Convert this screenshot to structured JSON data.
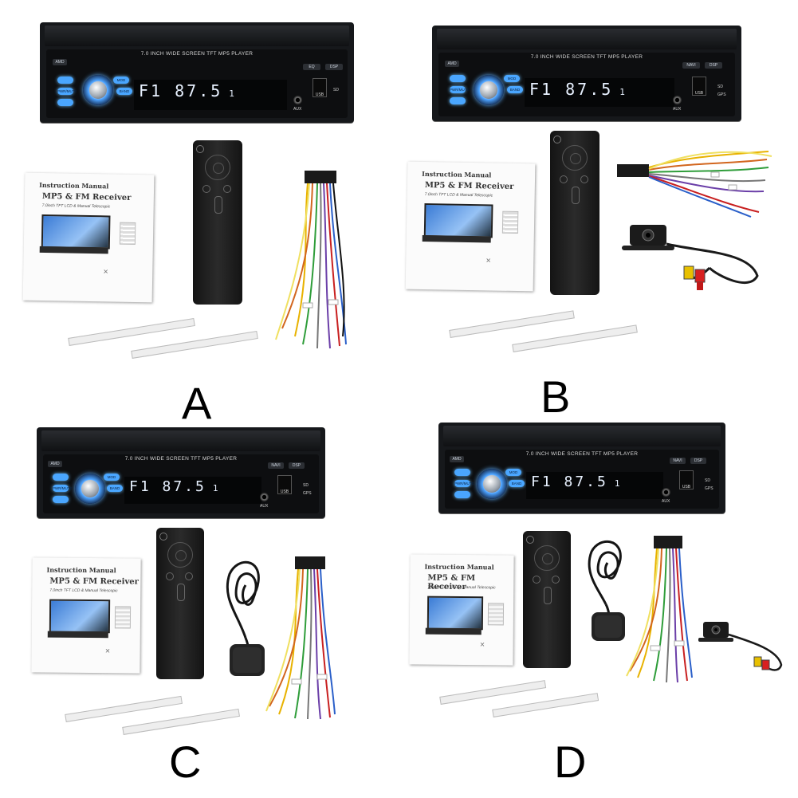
{
  "stereo": {
    "model_text": "7.0 INCH WIDE SCREEN TFT MP5 PLAYER",
    "display_text": "F1 87.5",
    "channel": "1",
    "buttons": {
      "amd": "AMD",
      "eq": "EQ",
      "navi": "NAVI",
      "dsp": "DSP",
      "mod": "MOD",
      "band": "BAND",
      "pwr": "PWR/MUTE"
    },
    "usb_label": "USB",
    "sd_label": "SD",
    "gps_label": "GPS",
    "aux_label": "AUX"
  },
  "manual": {
    "title": "Instruction Manual",
    "subtitle": "MP5 & FM Receiver",
    "description": "7.0inch TFT LCD & Manual Telescopic"
  },
  "options": [
    {
      "letter": "A",
      "items": [
        "stereo",
        "manual",
        "remote",
        "wire-harness",
        "brackets"
      ]
    },
    {
      "letter": "B",
      "items": [
        "stereo",
        "manual",
        "remote",
        "wire-harness",
        "rear-camera",
        "brackets"
      ]
    },
    {
      "letter": "C",
      "items": [
        "stereo",
        "manual",
        "remote",
        "gps-antenna",
        "wire-harness",
        "brackets"
      ]
    },
    {
      "letter": "D",
      "items": [
        "stereo",
        "manual",
        "remote",
        "gps-antenna",
        "wire-harness",
        "rear-camera",
        "brackets"
      ]
    }
  ],
  "colors": {
    "screen_glow": "#4aa6ff",
    "stereo_body": "#16181b",
    "text": "#000000"
  }
}
